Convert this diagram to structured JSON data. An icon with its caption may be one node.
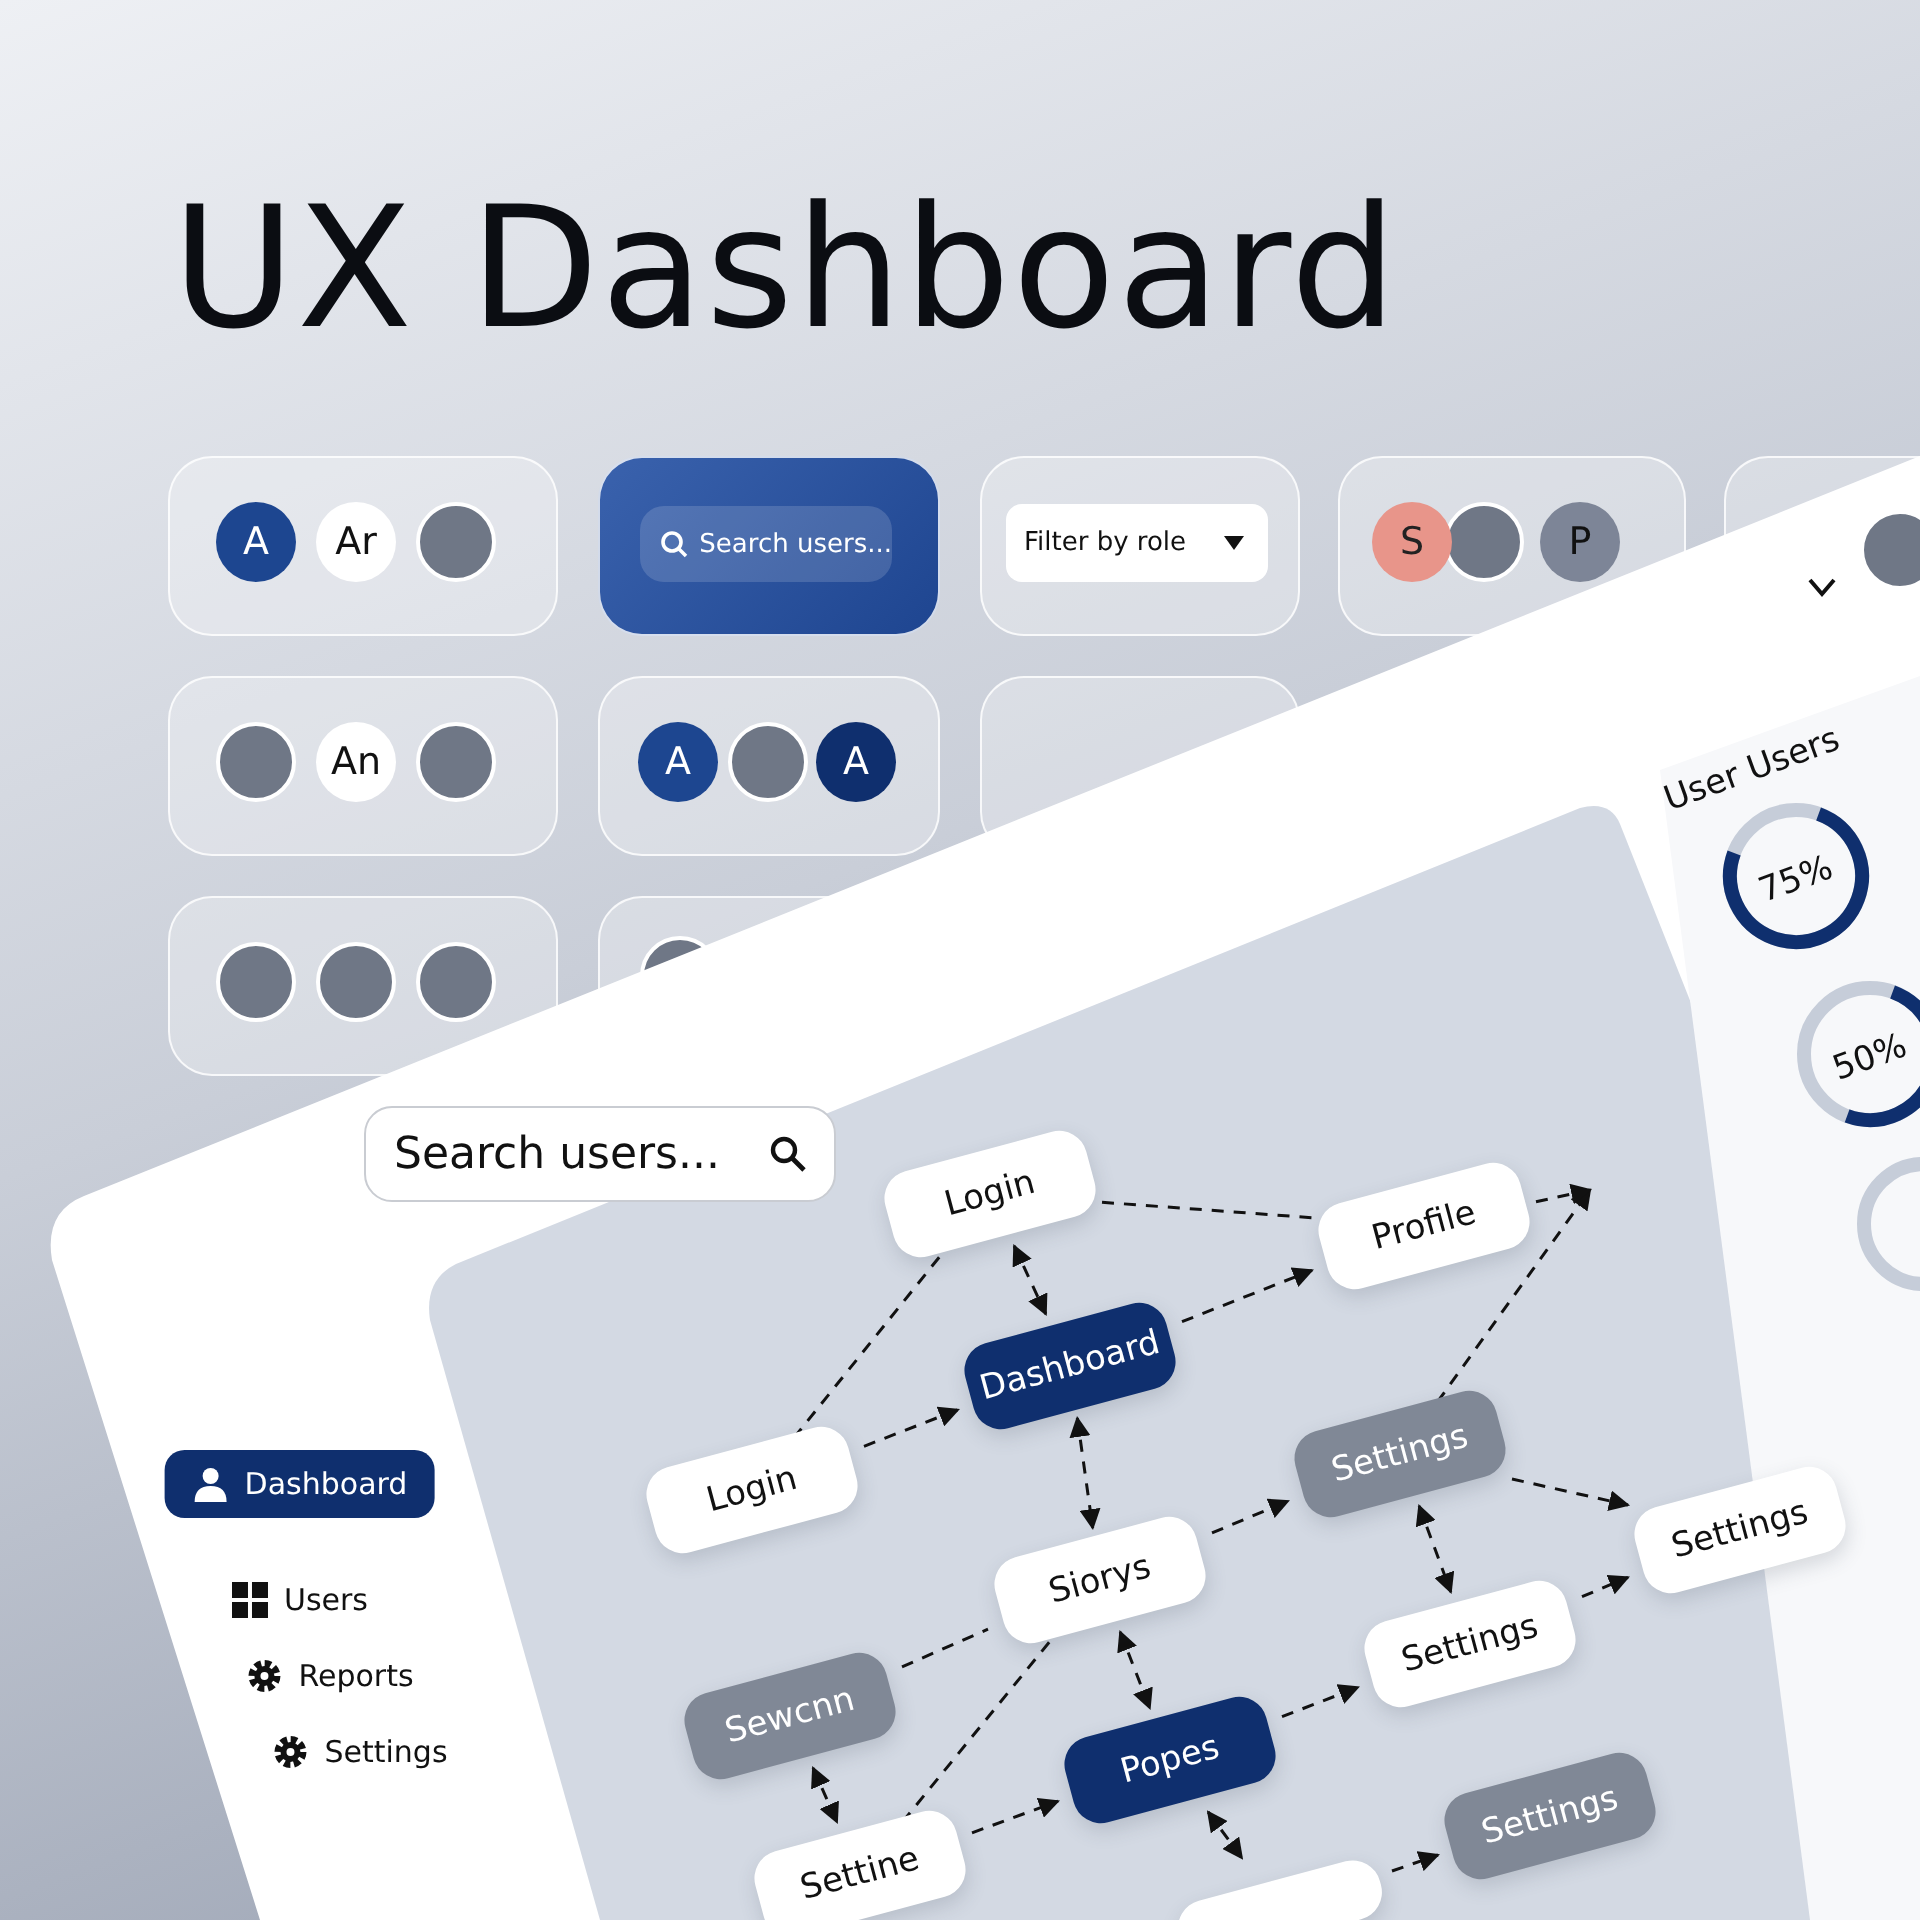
{
  "diagram": {
    "title": "UX Dashboard",
    "nodes": [
      {
        "text": [
          "A"
        ]
      },
      {
        "text": [
          "Ar"
        ]
      },
      {
        "text": [
          "S"
        ]
      },
      {
        "text": [
          "P"
        ]
      },
      {
        "text": [
          "An"
        ]
      },
      {
        "text": [
          "A"
        ]
      },
      {
        "text": [
          "A"
        ]
      },
      {
        "text": [
          "Login"
        ]
      },
      {
        "text": [
          "Profile"
        ]
      },
      {
        "text": [
          "Dashboard"
        ]
      },
      {
        "text": [
          "Login"
        ]
      },
      {
        "text": [
          "Settings"
        ]
      },
      {
        "text": [
          "Settings"
        ]
      },
      {
        "text": [
          "Siorys"
        ]
      },
      {
        "text": [
          "Settings"
        ]
      },
      {
        "text": [
          "Sewcnn"
        ]
      },
      {
        "text": [
          "Popes"
        ]
      },
      {
        "text": [
          "Settine"
        ]
      },
      {
        "text": [
          "Settings"
        ]
      },
      {
        "text": [],
        "shape": "box"
      }
    ],
    "edges": [
      {
        "from": 7,
        "to": 8,
        "arrow": "none",
        "style": "dashed"
      },
      {
        "from": 7,
        "to": 9,
        "arrow": "both",
        "style": "dashed"
      },
      {
        "from": 10,
        "to": 7,
        "arrow": "none",
        "style": "dashed"
      },
      {
        "from": 10,
        "to": 9,
        "arrow": "to",
        "style": "dashed"
      },
      {
        "from": 9,
        "to": 8,
        "arrow": "to",
        "style": "dashed"
      },
      {
        "from": 9,
        "to": 13,
        "arrow": "both",
        "style": "dashed"
      },
      {
        "from": 11,
        "to": null,
        "arrow": "to",
        "style": "dashed"
      },
      {
        "from": 8,
        "to": null,
        "arrow": "to",
        "style": "dashed"
      },
      {
        "from": 11,
        "to": 12,
        "arrow": "to",
        "style": "dashed"
      },
      {
        "from": 13,
        "to": 11,
        "arrow": "to",
        "style": "dashed"
      },
      {
        "from": 11,
        "to": 14,
        "arrow": "both",
        "style": "dashed"
      },
      {
        "from": 14,
        "to": 12,
        "arrow": "to",
        "style": "dashed"
      },
      {
        "from": 15,
        "to": 13,
        "arrow": "none",
        "style": "dashed"
      },
      {
        "from": 17,
        "to": 13,
        "arrow": "none",
        "style": "dashed"
      },
      {
        "from": 15,
        "to": 17,
        "arrow": "both",
        "style": "dashed"
      },
      {
        "from": 13,
        "to": 16,
        "arrow": "both",
        "style": "dashed"
      },
      {
        "from": 17,
        "to": 16,
        "arrow": "to",
        "style": "dashed"
      },
      {
        "from": 16,
        "to": 14,
        "arrow": "to",
        "style": "dashed"
      },
      {
        "from": 16,
        "to": 19,
        "arrow": "both",
        "style": "dashed"
      },
      {
        "from": 19,
        "to": 18,
        "arrow": "to",
        "style": "dashed"
      }
    ],
    "labels": [
      "Search users...",
      "Filter by role",
      "Search users...",
      "Dashboard",
      "Users",
      "Reports",
      "Settings",
      "User Users",
      "75%",
      "50%"
    ]
  }
}
